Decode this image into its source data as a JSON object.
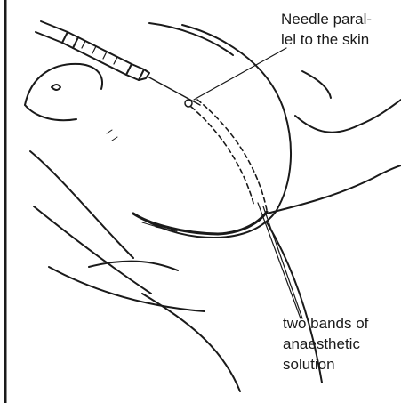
{
  "labels": {
    "needle": {
      "line1": "Needle paral-",
      "line2": "lel to the skin"
    },
    "bands": {
      "line1": "two bands of",
      "line2": "anaesthetic",
      "line3": "solution"
    }
  },
  "colors": {
    "ink": "#1a1a1a",
    "background": "#ffffff"
  }
}
